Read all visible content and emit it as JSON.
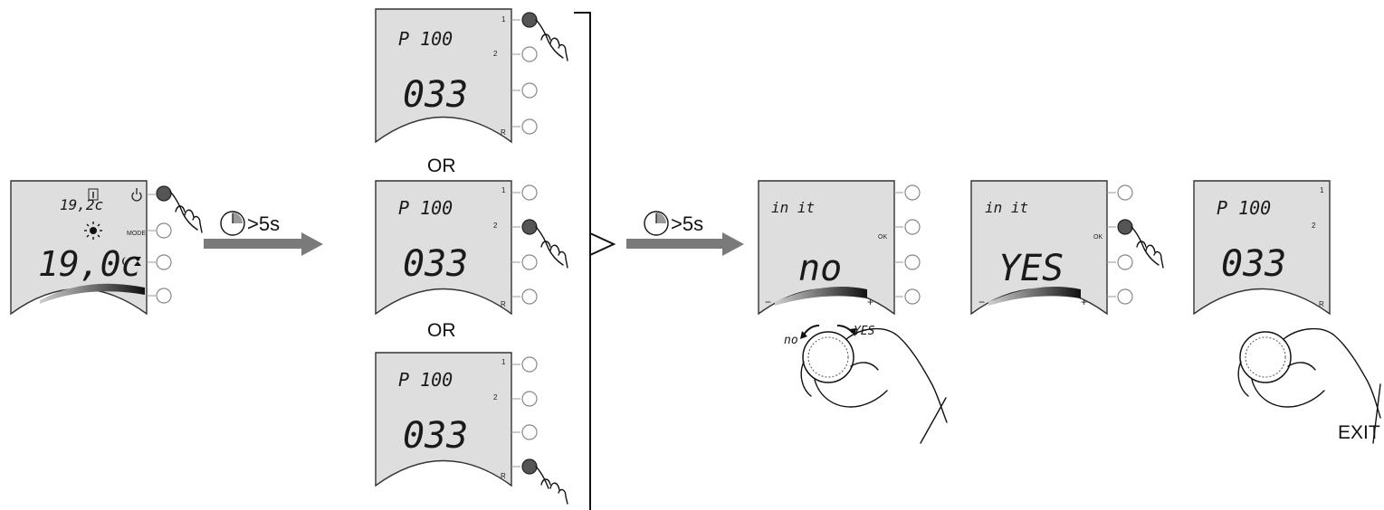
{
  "arrow_label_1": ">5s",
  "arrow_label_2": ">5s",
  "or_1": "OR",
  "or_2": "OR",
  "exit_label": "EXIT",
  "screen_main": {
    "temp_small": "19,2c",
    "temp_large": "19,0c",
    "mode_label": "MODE"
  },
  "screen_param": {
    "param_code": "P 100",
    "param_value": "033",
    "btn1": "1",
    "btn2": "2",
    "btnR": "R"
  },
  "screen_init_no": {
    "title": "in it",
    "value": "no",
    "ok": "OK",
    "minus": "−",
    "plus": "+"
  },
  "screen_init_yes": {
    "title": "in it",
    "value": "YES",
    "ok": "OK",
    "minus": "−",
    "plus": "+"
  },
  "knob_labels": {
    "left": "no",
    "right": "YES"
  },
  "colors": {
    "screen_fill": "#dedede",
    "arrow_gray": "#7a7a7a",
    "pressed_button": "#555555"
  }
}
